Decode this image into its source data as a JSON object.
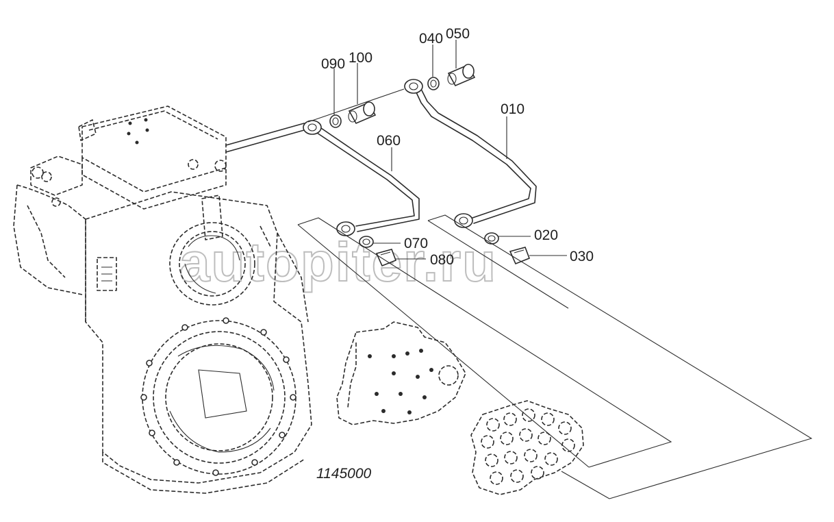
{
  "diagram": {
    "drawing_number": "1145000",
    "watermark": "autopiter.ru",
    "callouts": [
      {
        "id": "p010",
        "label": "010"
      },
      {
        "id": "p020",
        "label": "020"
      },
      {
        "id": "p030",
        "label": "030"
      },
      {
        "id": "p040",
        "label": "040"
      },
      {
        "id": "p050",
        "label": "050"
      },
      {
        "id": "p060",
        "label": "060"
      },
      {
        "id": "p070",
        "label": "070"
      },
      {
        "id": "p080",
        "label": "080"
      },
      {
        "id": "p090",
        "label": "090"
      },
      {
        "id": "p100",
        "label": "100"
      }
    ]
  }
}
